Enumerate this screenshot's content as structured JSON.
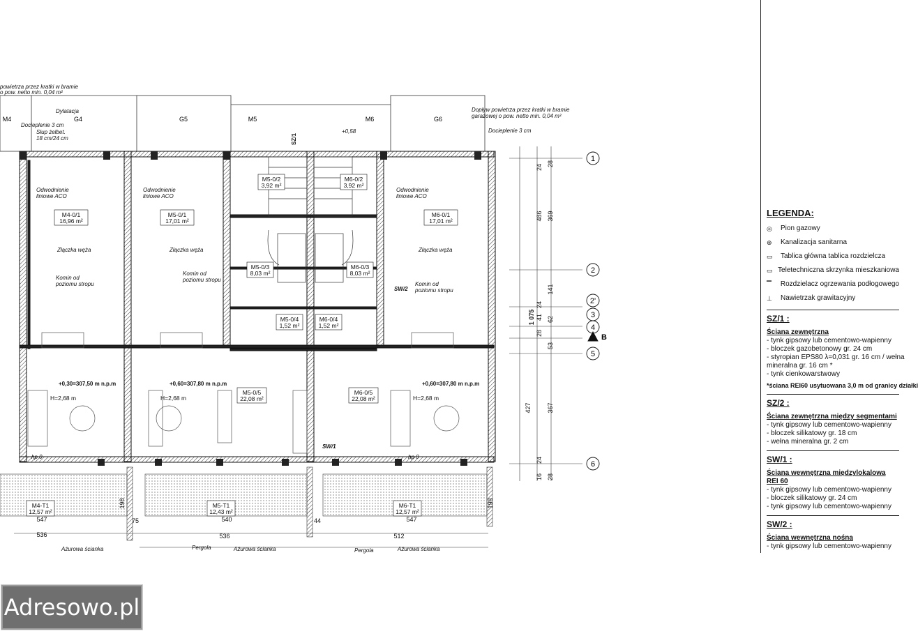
{
  "plan": {
    "notes": {
      "air_left": "powietrza przez kratki w bramie",
      "air_left2": "o pow. netto min. 0,04 m²",
      "air_right": "Dopływ powietrza przez kratki w bramie",
      "air_right2": "garażowej o pow. netto min. 0,04 m²",
      "dylatacja": "Dylatacja",
      "docieplenie_l": "Docieplenie 3 cm",
      "docieplenie_r": "Docieplenie 3 cm",
      "level_top": "+0,58",
      "level_m4": "+0,30=307,50 m n.p.m",
      "level_m5": "+0,60=307,80 m n.p.m",
      "level_m6": "+0,60=307,80 m n.p.m",
      "hp0a": "hp 0",
      "hp0b": "hp 0",
      "pergola1": "Pergola",
      "pergola2": "Pergola",
      "azurowa1": "Ażurowa ścianka",
      "azurowa2": "Ażurowa ścianka",
      "azurowa3": "Ażurowa ścianka",
      "sz1": "SZ/1",
      "sw1": "SW/1",
      "sw2": "SW/2",
      "b_marker": "B"
    },
    "labels": {
      "G4": "G4",
      "G5": "G5",
      "G6": "G6",
      "M4": "M4",
      "M5": "M5",
      "M6": "M6",
      "slup1": "Słup żelbet.",
      "slup1b": "18 cm/24 cm",
      "odw1": "Odwodnienie",
      "odw1b": "liniowe ACO",
      "odw2": "Odwodnienie",
      "odw2b": "liniowe ACO",
      "odw3": "Odwodnienie",
      "odw3b": "liniowe ACO",
      "zlaczka1": "Złączka węża",
      "zlaczka2": "Złączka węża",
      "zlaczka3": "Złączka węża",
      "komin1": "Komin od",
      "komin1b": "poziomu stropu",
      "komin2": "Komin od",
      "komin2b": "poziomu stropu",
      "komin3": "Komin od",
      "komin3b": "poziomu stropu"
    },
    "rooms": [
      {
        "id": "M4-0/1",
        "area": "16,96 m²"
      },
      {
        "id": "M5-0/1",
        "area": "17,01 m²"
      },
      {
        "id": "M6-0/1",
        "area": "17,01 m²"
      },
      {
        "id": "M5-0/2",
        "area": "3,92 m²"
      },
      {
        "id": "M6-0/2",
        "area": "3,92 m²"
      },
      {
        "id": "M5-0/3",
        "area": "8,03 m²"
      },
      {
        "id": "M6-0/3",
        "area": "8,03 m²"
      },
      {
        "id": "M5-0/4",
        "area": "1,52 m²"
      },
      {
        "id": "M6-0/4",
        "area": "1,52 m²"
      },
      {
        "id": "M5-0/5",
        "area": "22,08 m²"
      },
      {
        "id": "M6-0/5",
        "area": "22,08 m²"
      },
      {
        "id": "M4-T1",
        "area": "12,57 m²"
      },
      {
        "id": "M5-T1",
        "area": "12,43 m²"
      },
      {
        "id": "M6-T1",
        "area": "12,57 m²"
      }
    ],
    "hkond": "H",
    "hkond_val": "=2,68 m",
    "axes": [
      "1",
      "2",
      "2'",
      "3",
      "4",
      "5",
      "6"
    ],
    "dims_right": [
      "28",
      "24",
      "369",
      "486",
      "141",
      "24",
      "41",
      "62",
      "28",
      "53",
      "1 075",
      "427",
      "367",
      "24",
      "16",
      "28"
    ],
    "dims_bottom": [
      "536",
      "536",
      "512",
      "547",
      "540",
      "547",
      "44",
      "75",
      "198",
      "198"
    ]
  },
  "legend": {
    "title": "LEGENDA:",
    "items": [
      {
        "icon": "gas-riser-icon",
        "label": "Pion gazowy"
      },
      {
        "icon": "sewer-icon",
        "label": "Kanalizacja sanitarna"
      },
      {
        "icon": "switchboard-icon",
        "label": "Tablica główna tablica rozdzielcza"
      },
      {
        "icon": "telecom-box-icon",
        "label": "Teletechniczna skrzynka mieszkaniowa"
      },
      {
        "icon": "heating-manifold-icon",
        "label": "Rozdzielacz ogrzewania podłogowego"
      },
      {
        "icon": "vent-icon",
        "label": "Nawietrzak grawitacyjny"
      }
    ],
    "sections": [
      {
        "code": "SZ/1 :",
        "name": "Ściana zewnętrzna",
        "lines": [
          "- tynk gipsowy lub cementowo-wapienny",
          "- bloczek gazobetonowy gr. 24 cm",
          "- styropian EPS80 λ=0,031 gr. 16 cm / wełna",
          "mineralna gr. 16 cm *",
          "- tynk cienkowarstwowy"
        ],
        "note": "*ściana REI60 usytuowana 3,0 m od granicy działki"
      },
      {
        "code": "SZ/2 :",
        "name": "Ściana zewnętrzna między segmentami",
        "lines": [
          "- tynk gipsowy lub cementowo-wapienny",
          "- bloczek silikatowy gr. 18 cm",
          "- wełna mineralna gr. 2 cm"
        ],
        "note": ""
      },
      {
        "code": "SW/1 :",
        "name": "Ściana wewnętrzna międzylokalowa",
        "name2": "REI 60",
        "lines": [
          "- tynk gipsowy lub cementowo-wapienny",
          "- bloczek silikatowy gr. 24 cm",
          "- tynk gipsowy lub cementowo-wapienny"
        ],
        "note": ""
      },
      {
        "code": "SW/2 :",
        "name": "Ściana wewnętrzna nośna",
        "lines": [
          "- tynk gipsowy lub cementowo-wapienny"
        ],
        "note": ""
      }
    ]
  },
  "watermark": "Adresowo.pl"
}
